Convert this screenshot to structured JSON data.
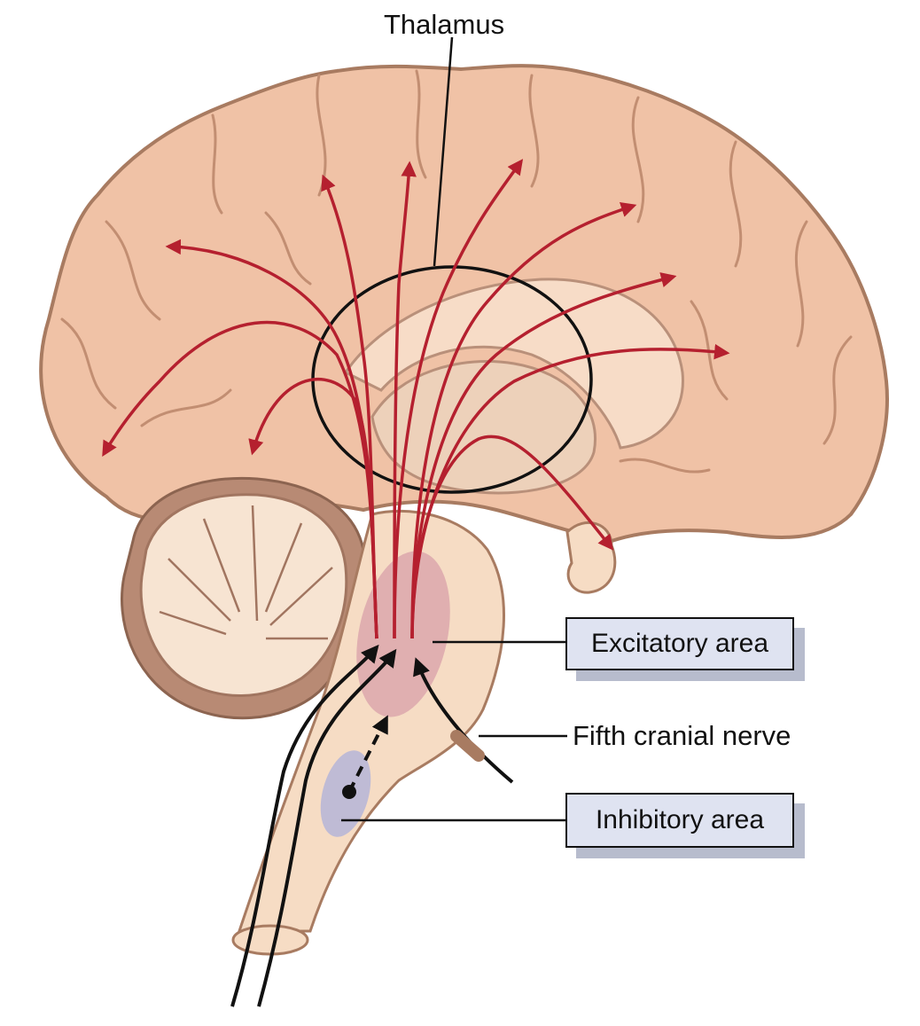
{
  "labels": {
    "thalamus": "Thalamus",
    "excitatory_area": "Excitatory area",
    "fifth_cranial_nerve": "Fifth cranial nerve",
    "inhibitory_area": "Inhibitory area"
  },
  "colors": {
    "cortex": "#f0c2a6",
    "cortex_outline": "#a87b61",
    "cerebellum": "#f7e4d2",
    "brainstem": "#f6dcc4",
    "pathway_arrows": "#b5202f",
    "excitatory_zone": "#d8a0a9",
    "inhibitory_zone": "#b5b5d8",
    "label_box": "#dfe3f1",
    "label_box_shadow": "#b7bccd"
  }
}
